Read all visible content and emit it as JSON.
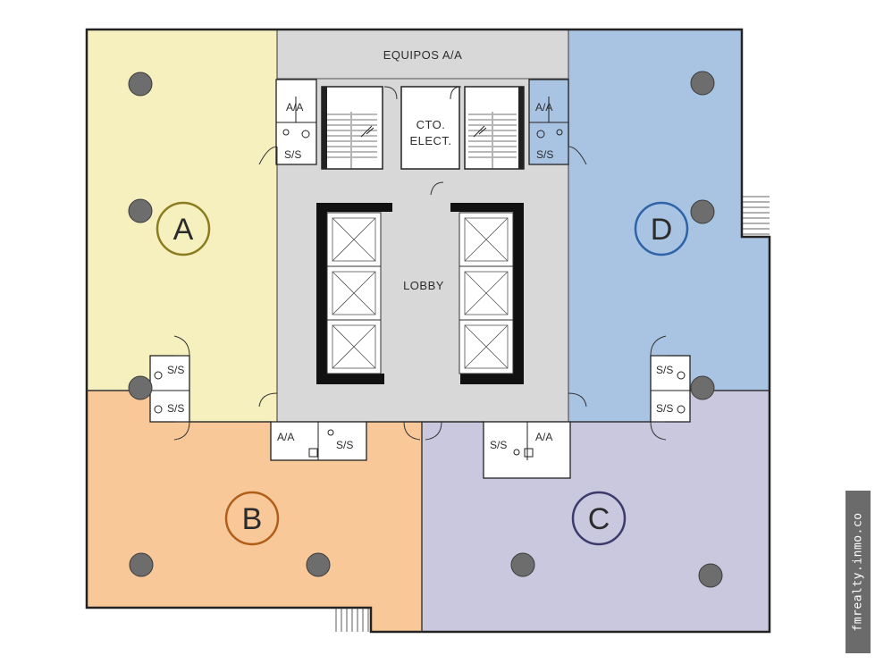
{
  "labels": {
    "equipment": "EQUIPOS A/A",
    "electrical": [
      "CTO.",
      "ELECT."
    ],
    "lobby": "LOBBY",
    "restroom": "S/S",
    "ac": "A/A"
  },
  "zones": [
    {
      "letter": "A",
      "fill": "#f6f0bf",
      "ring": "#8a7c1f"
    },
    {
      "letter": "B",
      "fill": "#f9c898",
      "ring": "#b05e1a"
    },
    {
      "letter": "C",
      "fill": "#c9c8df",
      "ring": "#3c3a6a"
    },
    {
      "letter": "D",
      "fill": "#a9c3e3",
      "ring": "#2f62a6"
    }
  ],
  "colors": {
    "core": "#d8d8d8",
    "wall": "#222222",
    "column": "#6d6d6d",
    "watermark_bg": "#6b6b6b"
  },
  "watermark": "fmrealty.inmo.co"
}
